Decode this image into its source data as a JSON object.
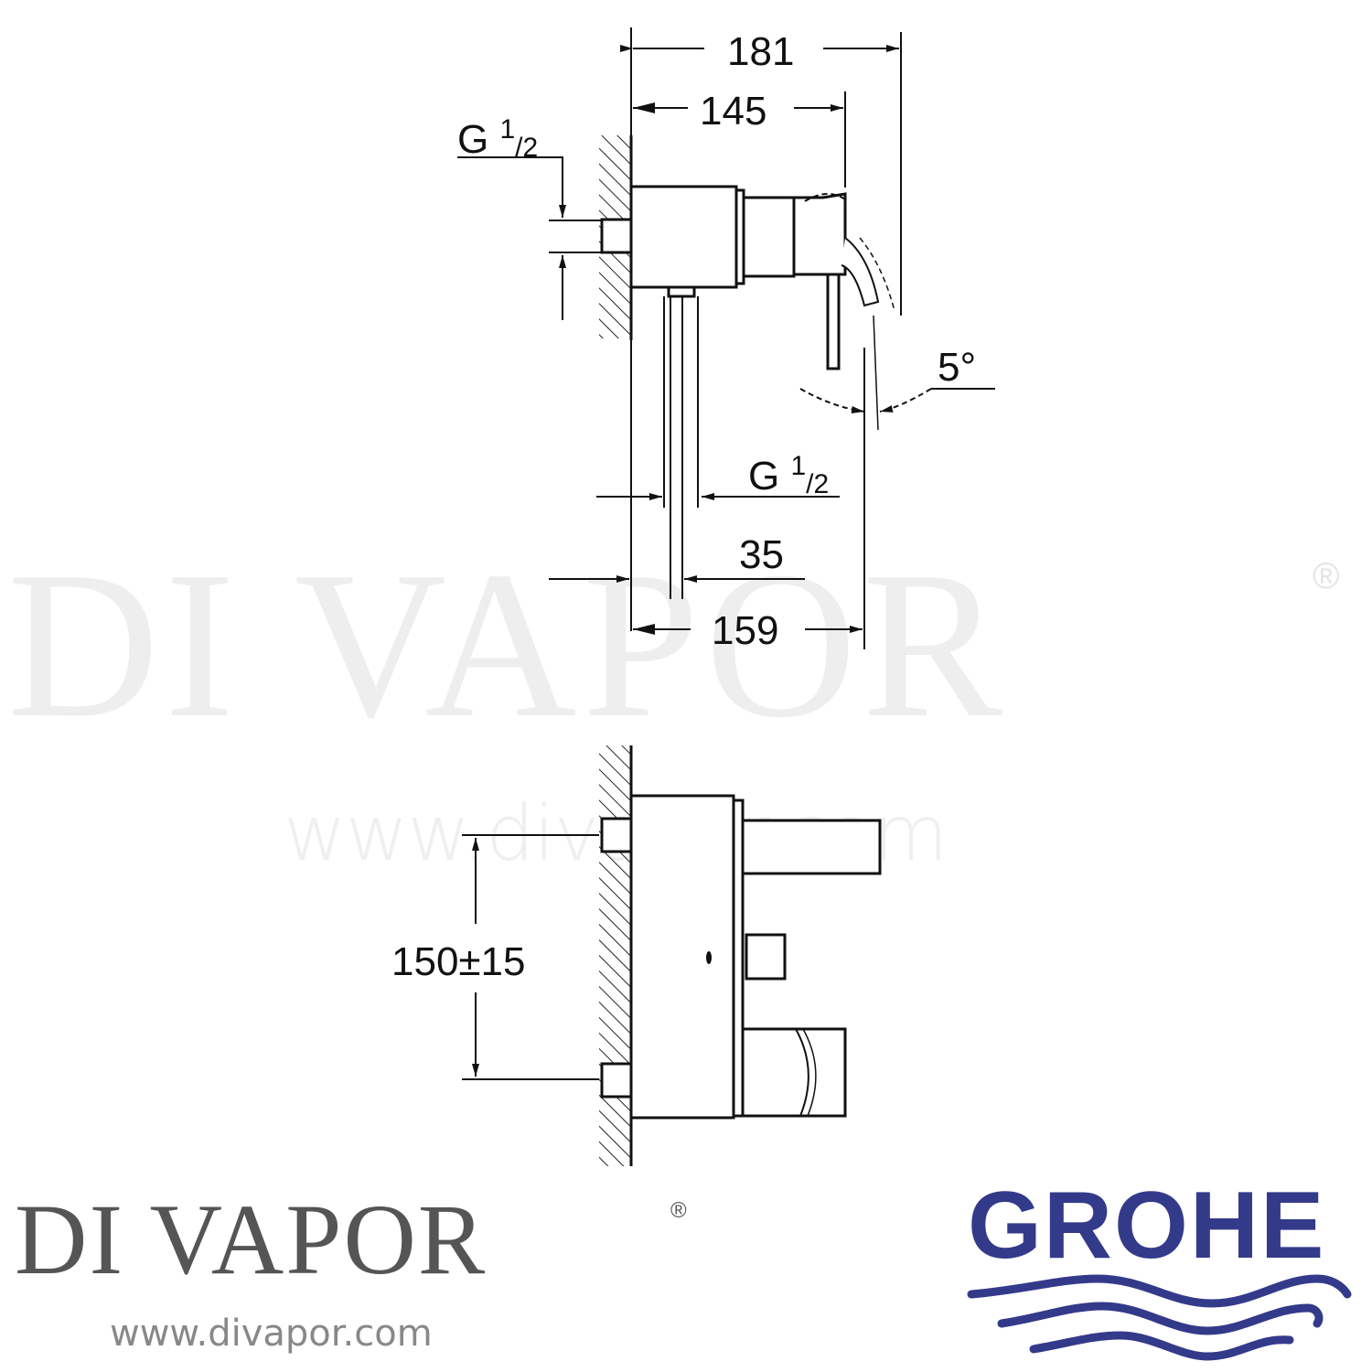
{
  "watermark": {
    "brand": "DI VAPOR",
    "registered": "®",
    "url": "www.divapor.com"
  },
  "drawing": {
    "side_view": {
      "dims": {
        "overall_depth": "181",
        "lever_depth": "145",
        "body_depth": "159",
        "outlet_offset": "35",
        "inlet_thread_label": "G",
        "inlet_thread_num": "1",
        "inlet_thread_den": "2",
        "outlet_thread_label": "G",
        "outlet_thread_num": "1",
        "outlet_thread_den": "2",
        "lever_angle": "5°"
      }
    },
    "front_view": {
      "dims": {
        "inlet_spacing": "150±15"
      }
    }
  },
  "footer": {
    "logo_text": "DI VAPOR",
    "logo_reg": "®",
    "logo_url": "www.divapor.com",
    "manufacturer": "GROHE",
    "manufacturer_color": "#343a8a"
  }
}
